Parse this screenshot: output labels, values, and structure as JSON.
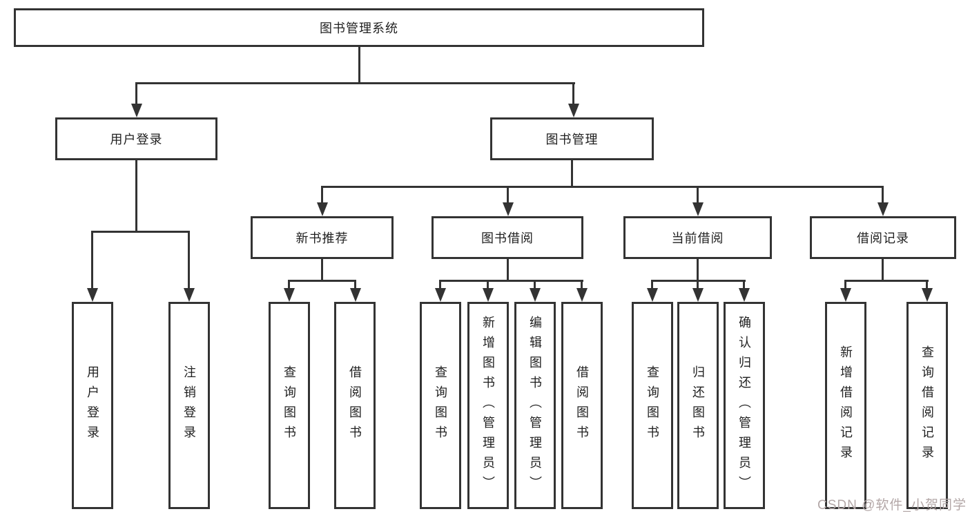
{
  "diagram": {
    "root": "图书管理系统",
    "level2": [
      "用户登录",
      "图书管理"
    ],
    "level3": [
      "新书推荐",
      "图书借阅",
      "当前借阅",
      "借阅记录"
    ],
    "leaves": [
      "用户登录",
      "注销登录",
      "查询图书",
      "借阅图书",
      "查询图书",
      "新增图书（管理员）",
      "编辑图书（管理员）",
      "借阅图书",
      "查询图书",
      "归还图书",
      "确认归还（管理员）",
      "新增借阅记录",
      "查询借阅记录"
    ]
  },
  "watermark": "CSDN @软件_小贺同学",
  "colors": {
    "line": "#333333",
    "text": "#1f1f1f",
    "background": "#ffffff",
    "watermark": "#b3a7a7"
  }
}
